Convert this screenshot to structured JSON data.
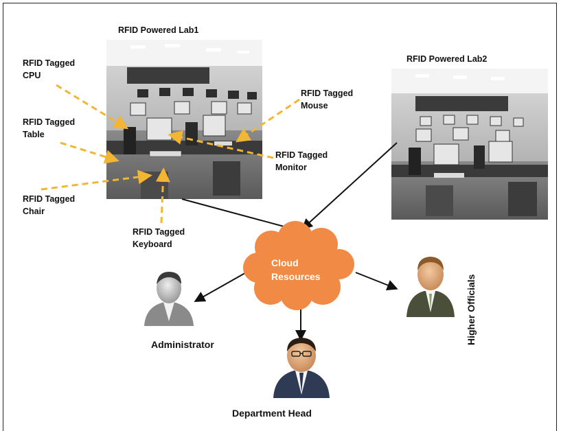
{
  "labs": {
    "lab1_title": "RFID Powered Lab1",
    "lab2_title": "RFID Powered Lab2"
  },
  "tags": {
    "cpu": [
      "RFID Tagged",
      "CPU"
    ],
    "table": [
      "RFID Tagged",
      "Table"
    ],
    "chair": [
      "RFID Tagged",
      "Chair"
    ],
    "keyboard": [
      "RFID Tagged",
      "Keyboard"
    ],
    "mouse": [
      "RFID Tagged",
      "Mouse"
    ],
    "monitor": [
      "RFID Tagged",
      "Monitor"
    ]
  },
  "cloud": [
    "Cloud",
    "Resources"
  ],
  "roles": {
    "administrator": "Administrator",
    "department_head": "Department Head",
    "higher_officials": "Higher Officials"
  },
  "colors": {
    "tag_arrow": "#f2b632",
    "cloud": "#f08a45",
    "connector": "#111111"
  }
}
